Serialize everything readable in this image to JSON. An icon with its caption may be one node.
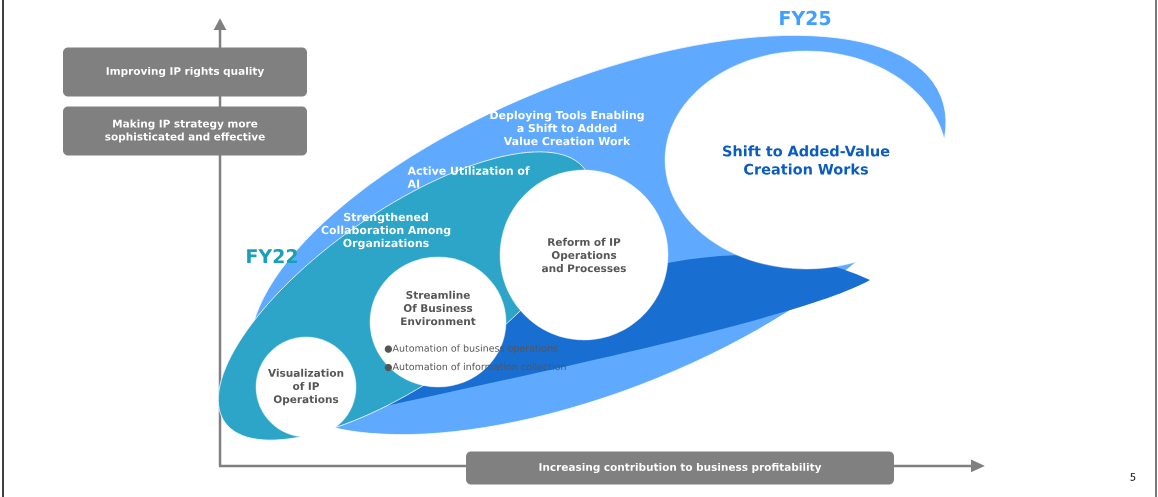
{
  "diagram": {
    "nodes": [
      {
        "text": [
          "Improving IP rights quality"
        ]
      },
      {
        "text": [
          "Making IP strategy more sophisticated and effective"
        ]
      },
      {
        "text": [
          "Increasing contribution to business profitability"
        ]
      },
      {
        "text": [
          "FY25",
          "Deploying Tools Enabling a Shift to Added Value Creation Work"
        ]
      },
      {
        "text": [
          "FY22",
          "Active Utilization of AI",
          "Strengthened Collaboration Among Organizations"
        ],
        "in": 3
      },
      {
        "text": [
          "Visualization of IP Operations"
        ],
        "in": 4
      },
      {
        "text": [
          "Streamline Of Business Environment",
          "●Automation of business operations",
          "●Automation of information collection"
        ],
        "in": 4
      },
      {
        "text": [
          "Reform of IP Operations and Processes"
        ],
        "in": 3
      },
      {
        "text": [
          "Shift to Added-Value Creation Works"
        ],
        "in": 3
      }
    ],
    "labels": [
      "5"
    ]
  }
}
